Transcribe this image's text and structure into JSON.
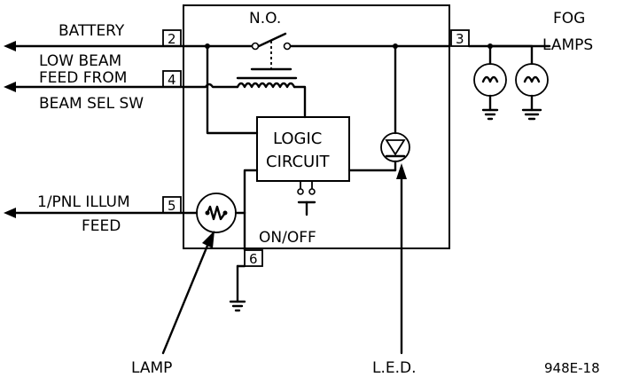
{
  "labels": {
    "battery": "BATTERY",
    "low_beam": "LOW BEAM",
    "feed_from": "FEED FROM",
    "beam_sel_sw": "BEAM SEL SW",
    "panel_illum": "1/PNL ILLUM",
    "feed": "FEED",
    "normally_open": "N.O.",
    "fog": "FOG",
    "lamps": "LAMPS",
    "logic": "LOGIC",
    "circuit": "CIRCUIT",
    "on_off": "ON/OFF",
    "lamp": "LAMP",
    "led": "L.E.D.",
    "figure_code": "948E-18"
  },
  "pins": {
    "p2": "2",
    "p3": "3",
    "p4": "4",
    "p5": "5",
    "p6": "6"
  }
}
